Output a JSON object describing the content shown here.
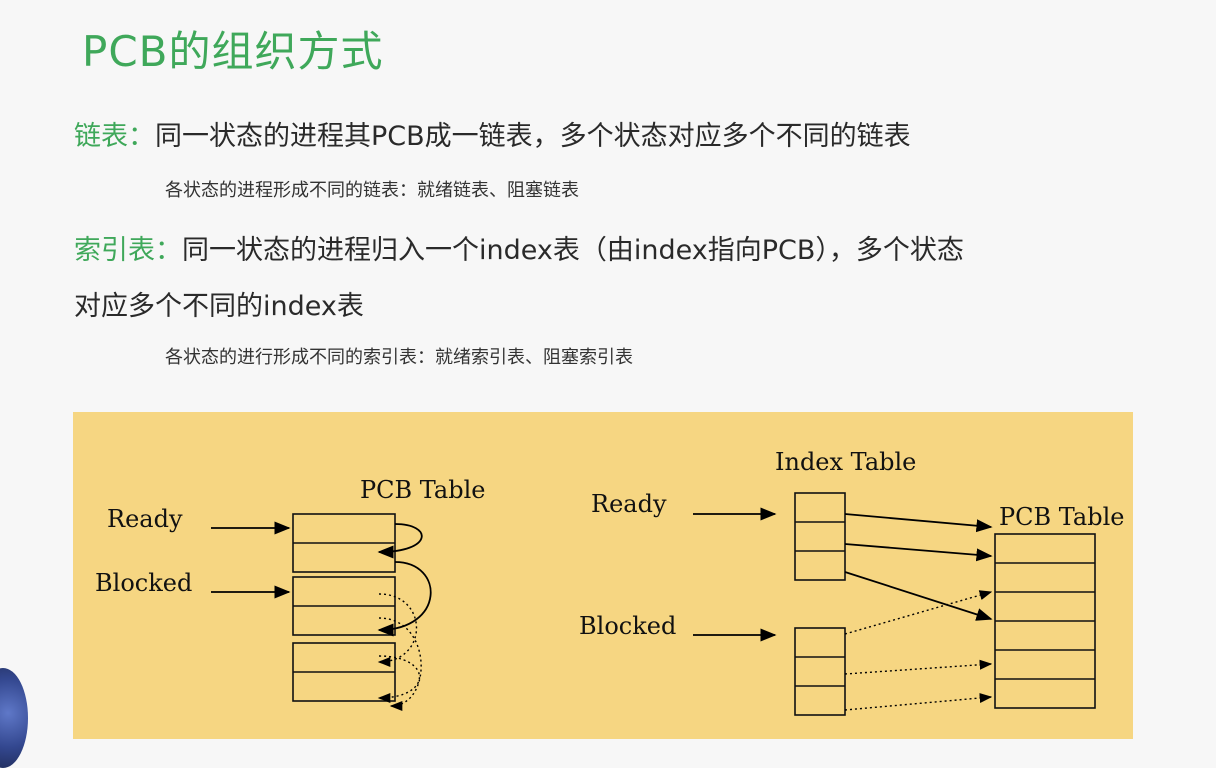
{
  "title": "PCB的组织方式",
  "list": {
    "keyword": "链表：",
    "text": "同一状态的进程其PCB成一链表，多个状态对应多个不同的链表",
    "note": "各状态的进程形成不同的链表：就绪链表、阻塞链表"
  },
  "index": {
    "keyword": "索引表：",
    "text_line1": "同一状态的进程归入一个index表（由index指向PCB），多个状态",
    "text_line2": "对应多个不同的index表",
    "note": "各状态的进行形成不同的索引表：就绪索引表、阻塞索引表"
  },
  "figure_left": {
    "table_title": "PCB Table",
    "ready_label": "Ready",
    "blocked_label": "Blocked"
  },
  "figure_right": {
    "index_title": "Index Table",
    "pcb_title": "PCB Table",
    "ready_label": "Ready",
    "blocked_label": "Blocked"
  },
  "colors": {
    "accent": "#3fa85a",
    "figure_bg": "#f6d682"
  }
}
